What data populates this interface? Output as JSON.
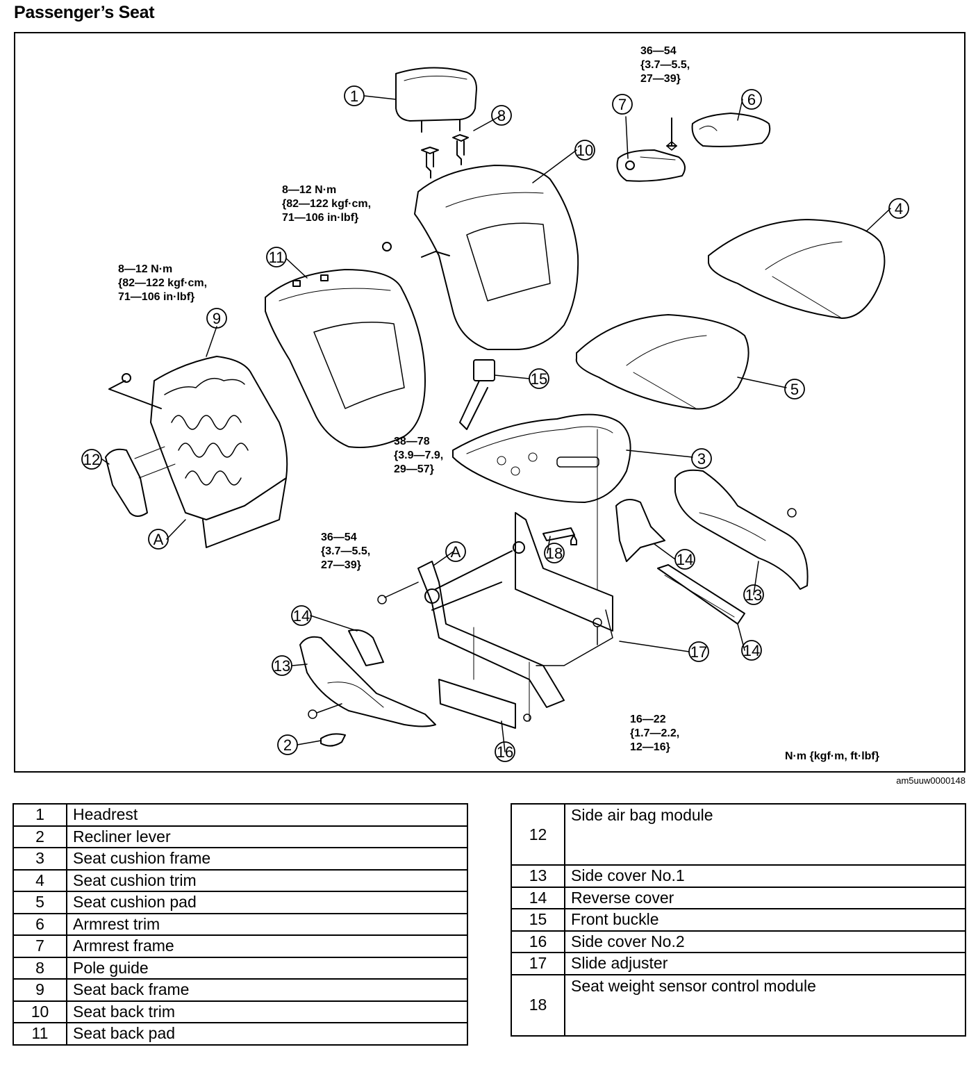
{
  "page_title": "Passenger’s Seat",
  "figure_id": "am5uuw0000148",
  "units_note": "N·m {kgf·m, ft·lbf}",
  "torque_specs": {
    "armrest_bolt": "36—54\n{3.7—5.5,\n27—39}",
    "seatback_nut_upper": "8—12 N·m\n{82—122 kgf·cm,\n71—106 in·lbf}",
    "seatback_nut_left": "8—12 N·m\n{82—122 kgf·cm,\n71—106 in·lbf}",
    "buckle_bolt": "38—78\n{3.9—7.9,\n29—57}",
    "adjuster_bolt": "36—54\n{3.7—5.5,\n27—39}",
    "lower_bolt": "16—22\n{1.7—2.2,\n12—16}"
  },
  "callouts": {
    "c1": "1",
    "c2": "2",
    "c3": "3",
    "c4": "4",
    "c5": "5",
    "c6": "6",
    "c7": "7",
    "c8": "8",
    "c9": "9",
    "c10": "10",
    "c11": "11",
    "c12": "12",
    "c13a": "13",
    "c13b": "13",
    "c14a": "14",
    "c14b": "14",
    "c14c": "14",
    "c15": "15",
    "c16": "16",
    "c17": "17",
    "c18": "18",
    "cA1": "A",
    "cA2": "A"
  },
  "parts_left": [
    {
      "no": "1",
      "name": "Headrest"
    },
    {
      "no": "2",
      "name": "Recliner lever"
    },
    {
      "no": "3",
      "name": "Seat cushion frame"
    },
    {
      "no": "4",
      "name": "Seat cushion trim"
    },
    {
      "no": "5",
      "name": "Seat cushion pad"
    },
    {
      "no": "6",
      "name": "Armrest trim"
    },
    {
      "no": "7",
      "name": "Armrest frame"
    },
    {
      "no": "8",
      "name": "Pole guide"
    },
    {
      "no": "9",
      "name": "Seat back frame"
    },
    {
      "no": "10",
      "name": "Seat back trim"
    },
    {
      "no": "11",
      "name": "Seat back pad"
    }
  ],
  "parts_right": [
    {
      "no": "12",
      "name": "Side air bag module"
    },
    {
      "no": "13",
      "name": "Side cover No.1"
    },
    {
      "no": "14",
      "name": "Reverse cover"
    },
    {
      "no": "15",
      "name": "Front buckle"
    },
    {
      "no": "16",
      "name": "Side cover No.2"
    },
    {
      "no": "17",
      "name": "Slide adjuster"
    },
    {
      "no": "18",
      "name": "Seat weight sensor control module"
    }
  ]
}
